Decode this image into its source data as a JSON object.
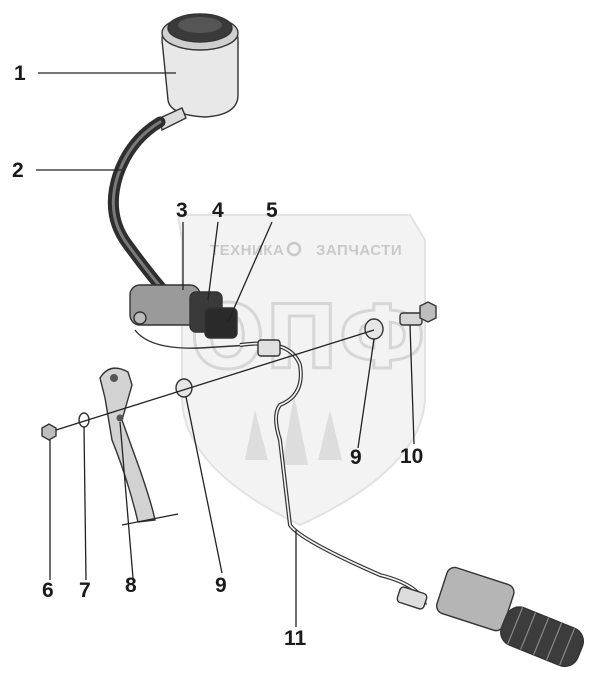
{
  "watermark": {
    "top_line_left": "ТЕХНИКА",
    "top_line_right": "ЗАПЧАСТИ",
    "big_letters": "ОПФ"
  },
  "callouts": [
    {
      "id": "c1",
      "label": "1"
    },
    {
      "id": "c2",
      "label": "2"
    },
    {
      "id": "c3",
      "label": "3"
    },
    {
      "id": "c4",
      "label": "4"
    },
    {
      "id": "c5",
      "label": "5"
    },
    {
      "id": "c6",
      "label": "6"
    },
    {
      "id": "c7",
      "label": "7"
    },
    {
      "id": "c8",
      "label": "8"
    },
    {
      "id": "c9a",
      "label": "9"
    },
    {
      "id": "c9b",
      "label": "9"
    },
    {
      "id": "c10",
      "label": "10"
    },
    {
      "id": "c11",
      "label": "11"
    }
  ]
}
